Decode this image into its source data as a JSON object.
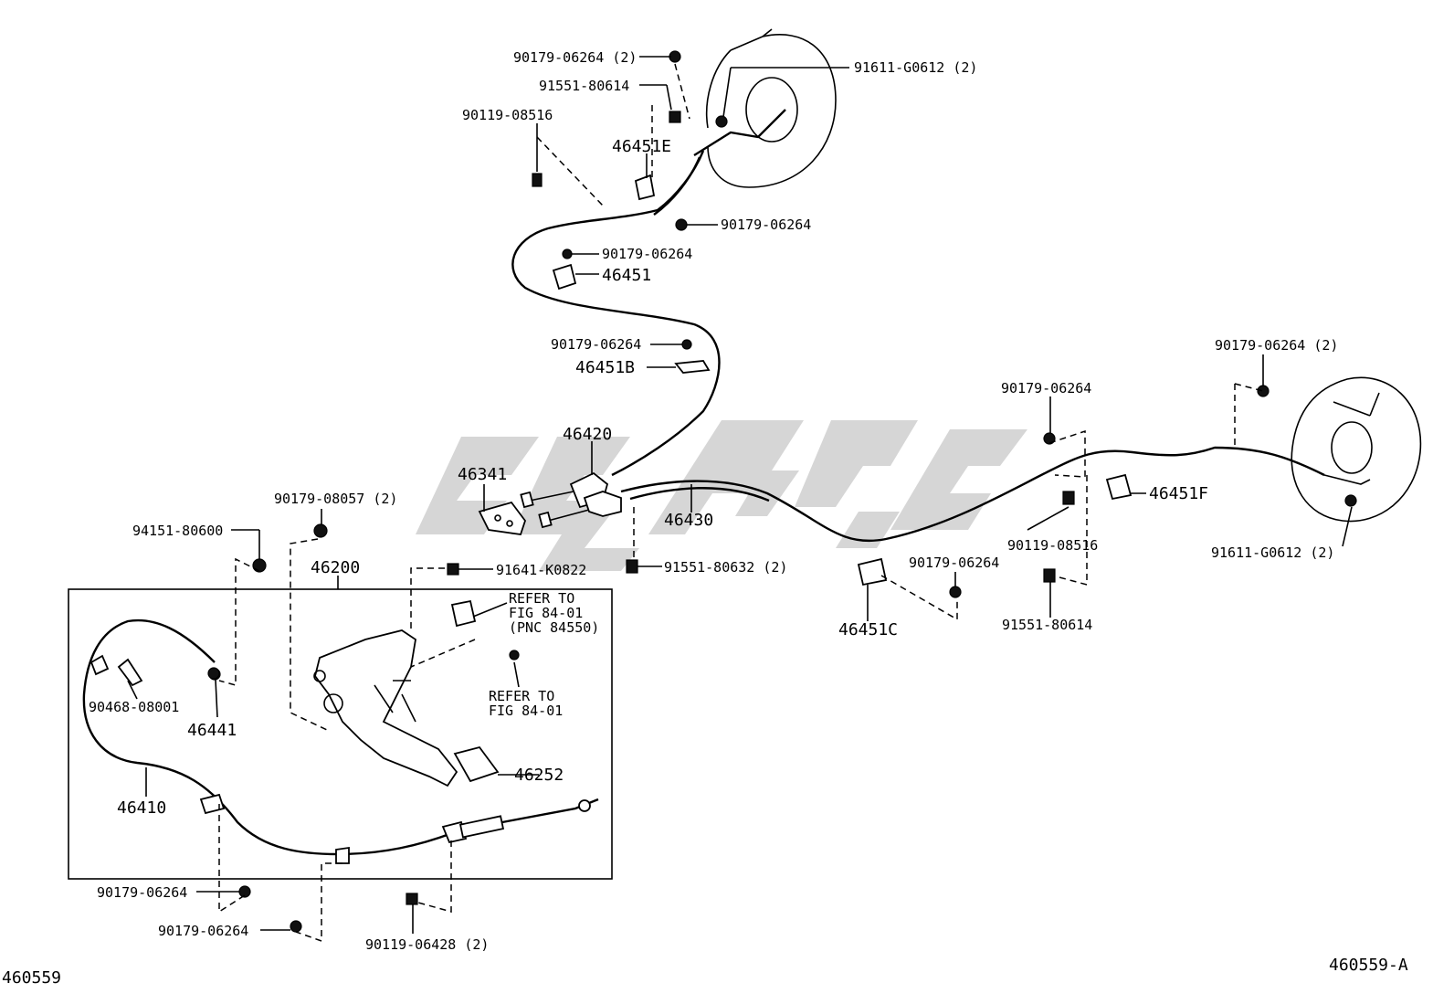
{
  "diagram": {
    "part_labels": {
      "p90179_06264_2_top": "90179-06264 (2)",
      "p91611_G0612_2_top": "91611-G0612 (2)",
      "p91551_80614_top": "91551-80614",
      "p90119_08516_top": "90119-08516",
      "p46451E": "46451E",
      "p90179_06264_a": "90179-06264",
      "p90179_06264_b": "90179-06264",
      "p46451": "46451",
      "p90179_06264_c": "90179-06264",
      "p46451B": "46451B",
      "p46420": "46420",
      "p46341": "46341",
      "p46430": "46430",
      "p90179_08057_2": "90179-08057 (2)",
      "p94151_80600": "94151-80600",
      "p46200": "46200",
      "p91641_K0822": "91641-K0822",
      "p91551_80632_2": "91551-80632 (2)",
      "p90468_08001": "90468-08001",
      "p46441": "46441",
      "p46252": "46252",
      "p46410": "46410",
      "p90179_06264_d": "90179-06264",
      "p90179_06264_e": "90179-06264",
      "p90119_06428_2": "90119-06428 (2)",
      "p90179_06264_f": "90179-06264",
      "p90179_06264_2_right": "90179-06264 (2)",
      "p46451F": "46451F",
      "p90119_08516_right": "90119-08516",
      "p91611_G0612_2_right": "91611-G0612 (2)",
      "p90179_06264_g": "90179-06264",
      "p46451C": "46451C",
      "p91551_80614_right": "91551-80614"
    },
    "refer1": [
      "REFER TO",
      "FIG 84-01",
      "(PNC 84550)"
    ],
    "refer2": [
      "REFER TO",
      "FIG 84-01"
    ],
    "footer_left": "460559",
    "footer_right": "460559-A"
  }
}
